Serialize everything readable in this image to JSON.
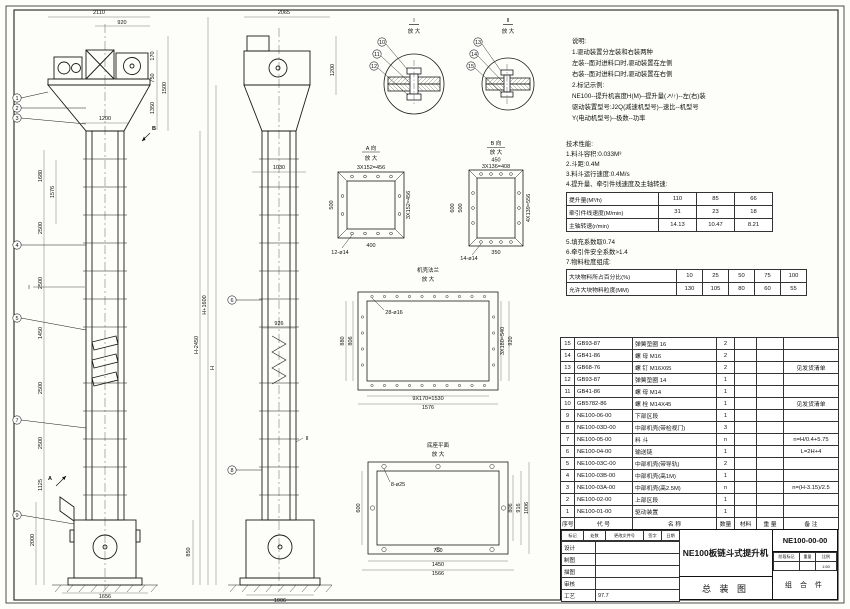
{
  "front_view": {
    "dims": {
      "top_width": "2110",
      "motor_width": "920",
      "h170": "170",
      "h750": "750",
      "h1350": "1350",
      "h1500": "1500",
      "w1200": "1200",
      "h1680": "1680",
      "h1576": "1576",
      "s2500": "2500",
      "h1450": "1450",
      "h1125": "1125",
      "h2000": "2000",
      "h850": "850",
      "w1656": "1656",
      "h_plus": "H+1600",
      "h_minus": "H-2450",
      "h": "H"
    },
    "callouts": [
      "1",
      "2",
      "3",
      "4",
      "5",
      "7",
      "9"
    ],
    "marker_I": "I",
    "dir_A": "A",
    "dir_B": "B"
  },
  "side_view": {
    "dims": {
      "top_width": "2065",
      "h1200": "1200",
      "w1030": "1030",
      "w926": "926",
      "w1006": "1006"
    },
    "callouts": [
      "6",
      "8"
    ],
    "marker_II": "II"
  },
  "detail_I": {
    "title": "I",
    "sub": "放 大",
    "callouts": [
      "10",
      "11",
      "12"
    ]
  },
  "detail_II": {
    "title": "II",
    "sub": "放 大",
    "callouts": [
      "13",
      "14",
      "15"
    ]
  },
  "section_A": {
    "title": "A 向",
    "sub": "放 大",
    "dims": {
      "pitch": "3X152=456",
      "side": "500",
      "inner": "400",
      "holes": "12-ø14"
    }
  },
  "section_B": {
    "title": "B 向",
    "sub": "放 大",
    "dims": {
      "w450": "450",
      "pitch": "3X136=408",
      "h600": "600",
      "h500": "500",
      "vpitch": "4X139=556",
      "inner": "350",
      "holes": "14-ø14"
    }
  },
  "flange_view": {
    "title": "机壳法兰",
    "sub": "放 大",
    "dims": {
      "h880": "880",
      "h806": "806",
      "vpitch": "3X180=540",
      "h920": "920",
      "hpitch": "9X170=1530",
      "w1576": "1576",
      "holes": "28-ø16"
    }
  },
  "base_view": {
    "title": "底座平面",
    "sub": "放 大",
    "dims": {
      "h600": "600",
      "h806": "806",
      "h916": "916",
      "h1006": "1006",
      "w750": "750",
      "w1450": "1450",
      "w1566": "1566",
      "holes": "8-ø25"
    }
  },
  "notes": [
    "说明:",
    "1.驱动装置分左装和右装两种",
    "  左装--面对进料口时,驱动装置在左侧",
    "  右装--面对进料口时,驱动装置在右侧",
    "2.标记示例:",
    "  NE100--提升机高度H(M)--提升量(↗/↑)--左(右)装",
    "  驱动装置型号:J2Q(减速机型号)--速比--机型号",
    "  Y(电动机型号)--极数--功率"
  ],
  "tech": {
    "head_lines": [
      "技术性能:",
      "1.料斗容积:0.033M³",
      "2.斗距:0.4M",
      "3.料斗运行速度:0.4M/s",
      "4.提升量、牵引件线速度及主轴转速:"
    ],
    "spec_rows": [
      [
        "提升量(M³/h)",
        "110",
        "85",
        "66"
      ],
      [
        "牵引件线速度(M/min)",
        "31",
        "23",
        "18"
      ],
      [
        "主轴转速(r/min)",
        "14.13",
        "10.47",
        "8.21"
      ]
    ],
    "tail_lines": [
      "5.填充系数取0.74",
      "6.牵引件安全系数>1.4",
      "7.物料粒度组成:"
    ],
    "size_rows": [
      [
        "大块物料所占百分比(%)",
        "10",
        "25",
        "50",
        "75",
        "100"
      ],
      [
        "允许大块物料粒度(MM)",
        "130",
        "105",
        "80",
        "60",
        "55"
      ]
    ]
  },
  "parts": {
    "header": [
      "序号",
      "代 号",
      "名 称",
      "数量",
      "材料",
      "重 量",
      "备 注"
    ],
    "rows": [
      {
        "no": "15",
        "code": "GB93-87",
        "name": "弹簧垫圈 16",
        "qty": "2",
        "mat": "",
        "wt": "",
        "remark": ""
      },
      {
        "no": "14",
        "code": "GB41-86",
        "name": "螺 母 M16",
        "qty": "2",
        "mat": "",
        "wt": "",
        "remark": ""
      },
      {
        "no": "13",
        "code": "GB68-76",
        "name": "螺 钉 M16X65",
        "qty": "2",
        "mat": "",
        "wt": "",
        "remark": "见发货清单"
      },
      {
        "no": "12",
        "code": "GB93-87",
        "name": "弹簧垫圈 14",
        "qty": "1",
        "mat": "",
        "wt": "",
        "remark": ""
      },
      {
        "no": "11",
        "code": "GB41-86",
        "name": "螺 母 M14",
        "qty": "1",
        "mat": "",
        "wt": "",
        "remark": ""
      },
      {
        "no": "10",
        "code": "GB5782-86",
        "name": "螺 栓 M14X45",
        "qty": "1",
        "mat": "",
        "wt": "",
        "remark": "见发货清单"
      },
      {
        "no": "9",
        "code": "NE100-06-00",
        "name": "下部区段",
        "qty": "1",
        "mat": "",
        "wt": "",
        "remark": ""
      },
      {
        "no": "8",
        "code": "NE100-03D-00",
        "name": "中部机壳(带检视门)",
        "qty": "3",
        "mat": "",
        "wt": "",
        "remark": ""
      },
      {
        "no": "7",
        "code": "NE100-05-00",
        "name": "料 斗",
        "qty": "n",
        "mat": "",
        "wt": "",
        "remark": "n=H/0.4+5.75"
      },
      {
        "no": "6",
        "code": "NE100-04-00",
        "name": "输送链",
        "qty": "1",
        "mat": "",
        "wt": "",
        "remark": "L=2H+4"
      },
      {
        "no": "5",
        "code": "NE100-03C-00",
        "name": "中部机壳(带导轨)",
        "qty": "2",
        "mat": "",
        "wt": "",
        "remark": ""
      },
      {
        "no": "4",
        "code": "NE100-03B-00",
        "name": "中部机壳(高1M)",
        "qty": "1",
        "mat": "",
        "wt": "",
        "remark": ""
      },
      {
        "no": "3",
        "code": "NE100-03A-00",
        "name": "中部机壳(高2.5M)",
        "qty": "n",
        "mat": "",
        "wt": "",
        "remark": "n=(H-3.15)/2.5"
      },
      {
        "no": "2",
        "code": "NE100-02-00",
        "name": "上部区段",
        "qty": "1",
        "mat": "",
        "wt": "",
        "remark": ""
      },
      {
        "no": "1",
        "code": "NE100-01-00",
        "name": "驱动装置",
        "qty": "1",
        "mat": "",
        "wt": "",
        "remark": ""
      }
    ]
  },
  "titleblock": {
    "sign_headers": [
      "标记",
      "处数",
      "更改文件号",
      "签字",
      "日期"
    ],
    "roles": [
      "设计",
      "制图",
      "描图",
      "审核",
      "工艺"
    ],
    "date": "97.7",
    "product": "NE100板链斗式提升机",
    "sheet": "总 装 图",
    "code": "NE100-00-00",
    "kind": "组 合 件",
    "mini_headers": [
      "阶段标记",
      "重量",
      "比例"
    ],
    "scale": "1:50"
  }
}
